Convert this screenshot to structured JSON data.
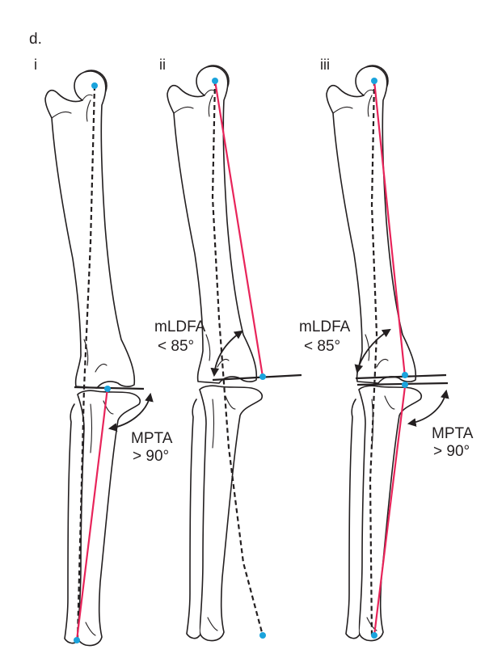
{
  "figure_label": "d.",
  "panels": [
    {
      "numeral": "i"
    },
    {
      "numeral": "ii"
    },
    {
      "numeral": "iii"
    }
  ],
  "annotations": {
    "mpta_label": "MPTA",
    "mpta_value": "> 90°",
    "mldfa_label": "mLDFA",
    "mldfa_value": "< 85°"
  },
  "colors": {
    "mechanical_axis": "#e8245a",
    "landmark_dot": "#1aa3dc",
    "line": "#231f20"
  }
}
